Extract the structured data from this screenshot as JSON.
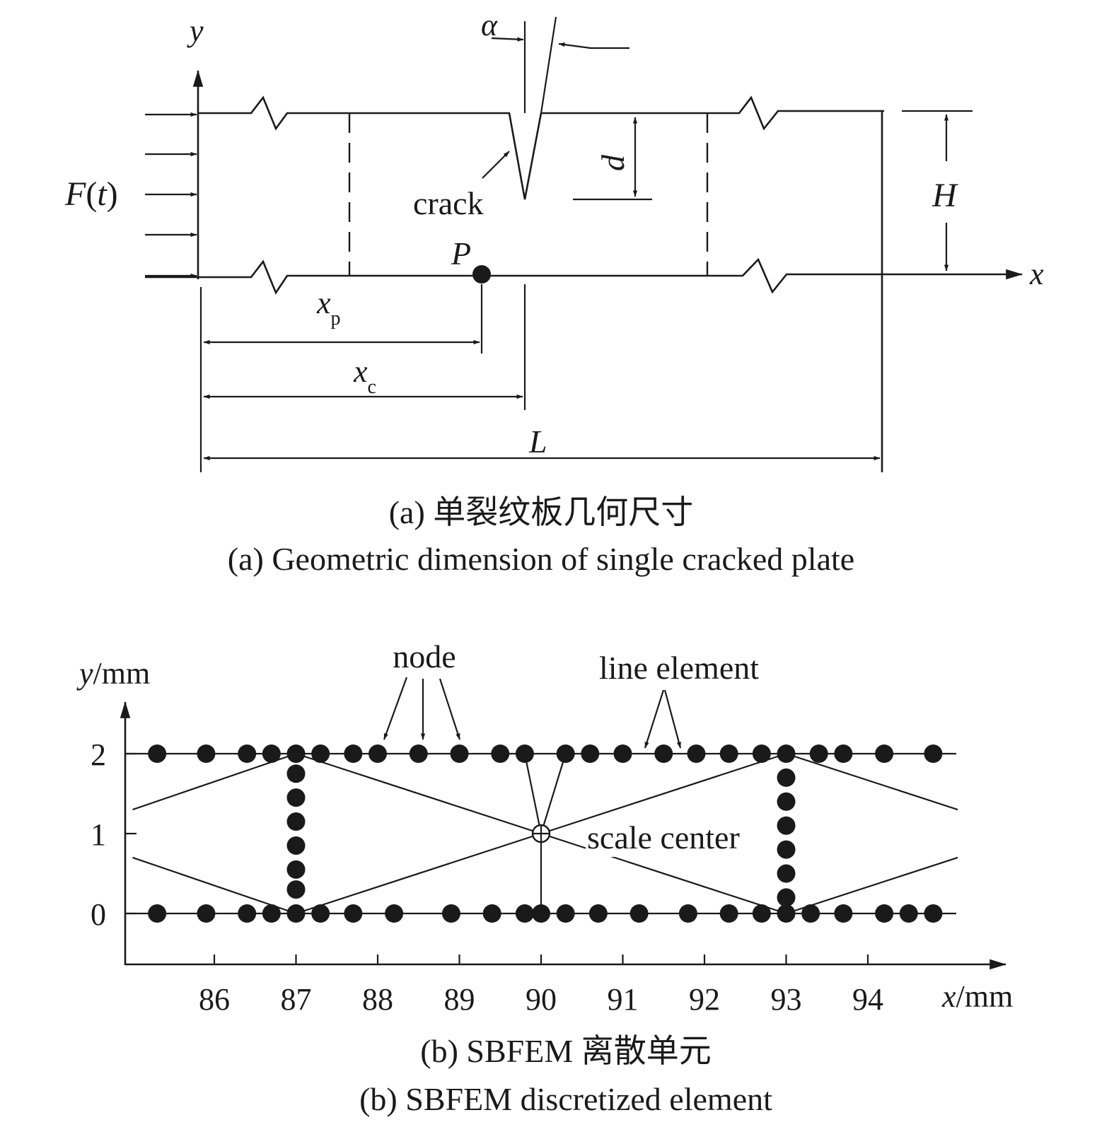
{
  "panel_a": {
    "labels": {
      "y_axis": "y",
      "x_axis": "x",
      "alpha": "α",
      "force_F": "F",
      "force_paren_open": "(",
      "force_t": "t",
      "force_paren_close": ")",
      "crack": "crack",
      "d": "d",
      "H": "H",
      "P": "P",
      "xp_main": "x",
      "xp_sub": "p",
      "xc_main": "x",
      "xc_sub": "c",
      "L": "L"
    },
    "caption_cn": "(a) 单裂纹板几何尺寸",
    "caption_en": "(a) Geometric dimension of single cracked plate"
  },
  "panel_b": {
    "y_label_var": "y",
    "y_label_unit": "/mm",
    "x_label_var": "x",
    "x_label_unit": "/mm",
    "y_ticks": [
      "0",
      "1",
      "2"
    ],
    "x_ticks": [
      "86",
      "87",
      "88",
      "89",
      "90",
      "91",
      "92",
      "93",
      "94"
    ],
    "node_label": "node",
    "line_element_label": "line element",
    "scale_center_label": "scale center",
    "caption_cn": "(b) SBFEM 离散单元",
    "caption_en": "(b) SBFEM discretized element",
    "mesh": {
      "top_nodes_x": [
        85.3,
        85.9,
        86.4,
        86.7,
        87.0,
        87.3,
        87.7,
        88.0,
        88.5,
        89.0,
        89.5,
        89.8,
        90.3,
        90.6,
        91.0,
        91.5,
        91.9,
        92.3,
        92.7,
        93.0,
        93.4,
        93.7,
        94.2,
        94.8
      ],
      "bottom_nodes_x": [
        85.3,
        85.9,
        86.4,
        86.7,
        87.0,
        87.3,
        87.7,
        88.2,
        88.9,
        89.4,
        89.8,
        90.0,
        90.3,
        90.7,
        91.2,
        91.8,
        92.3,
        92.7,
        93.0,
        93.3,
        93.7,
        94.2,
        94.5,
        94.8
      ],
      "left_column_x": 87.0,
      "left_column_y": [
        0.3,
        0.55,
        0.85,
        1.15,
        1.45,
        1.75
      ],
      "right_column_x": 93.0,
      "right_column_y": [
        0.2,
        0.5,
        0.8,
        1.1,
        1.4,
        1.7
      ],
      "scale_center": [
        90.0,
        1.0
      ]
    }
  }
}
